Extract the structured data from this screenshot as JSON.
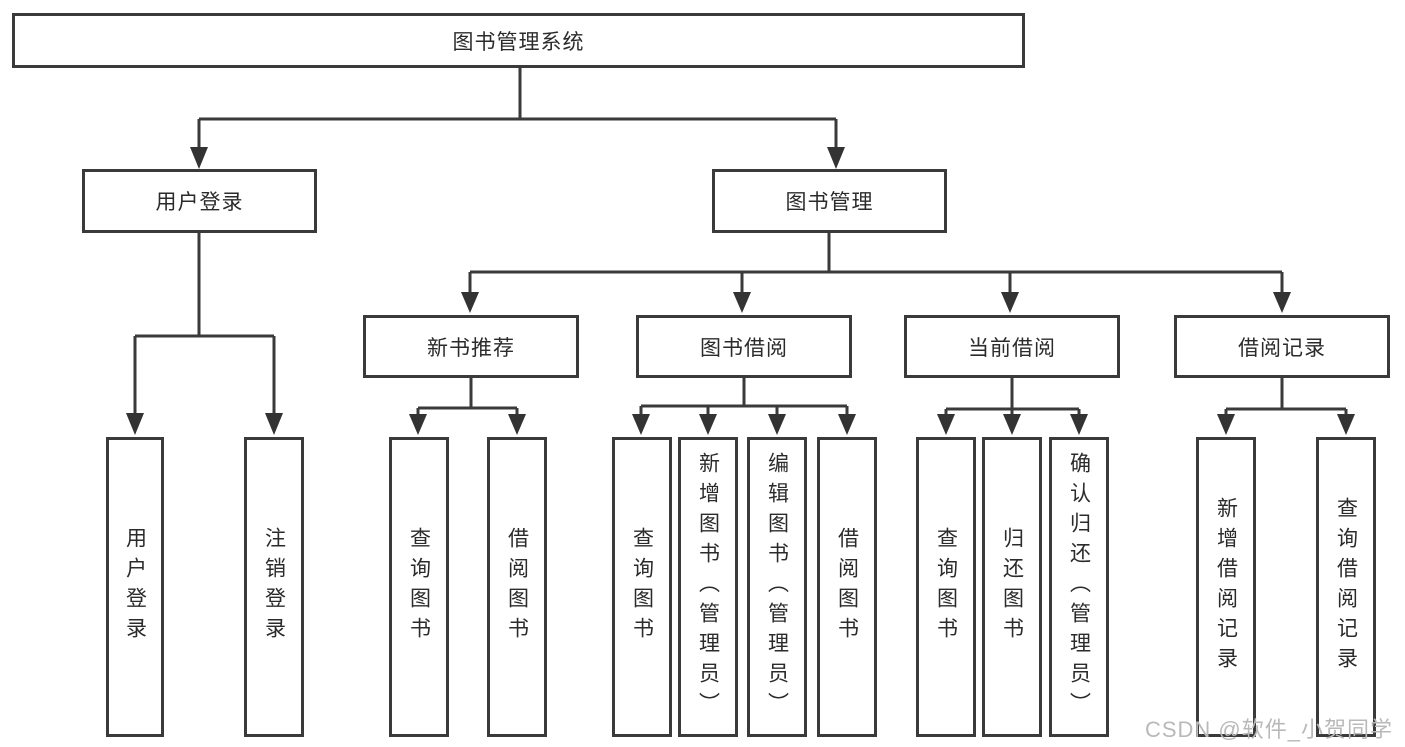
{
  "tree": {
    "root": "图书管理系统",
    "login": {
      "label": "用户登录",
      "children": [
        "用户登录",
        "注销登录"
      ]
    },
    "management": {
      "label": "图书管理",
      "groups": [
        {
          "label": "新书推荐",
          "children": [
            "查询图书",
            "借阅图书"
          ]
        },
        {
          "label": "图书借阅",
          "children": [
            "查询图书",
            "新增图书（管理员）",
            "编辑图书（管理员）",
            "借阅图书"
          ]
        },
        {
          "label": "当前借阅",
          "children": [
            "查询图书",
            "归还图书",
            "确认归还（管理员）"
          ]
        },
        {
          "label": "借阅记录",
          "children": [
            "新增借阅记录",
            "查询借阅记录"
          ]
        }
      ]
    }
  },
  "watermark": {
    "text": "CSDN @软件_小贺同学"
  },
  "colors": {
    "background": "#ffffff",
    "line": "#3a3a3a",
    "text": "#2b2b2b",
    "watermark": "#b9b9b9"
  }
}
